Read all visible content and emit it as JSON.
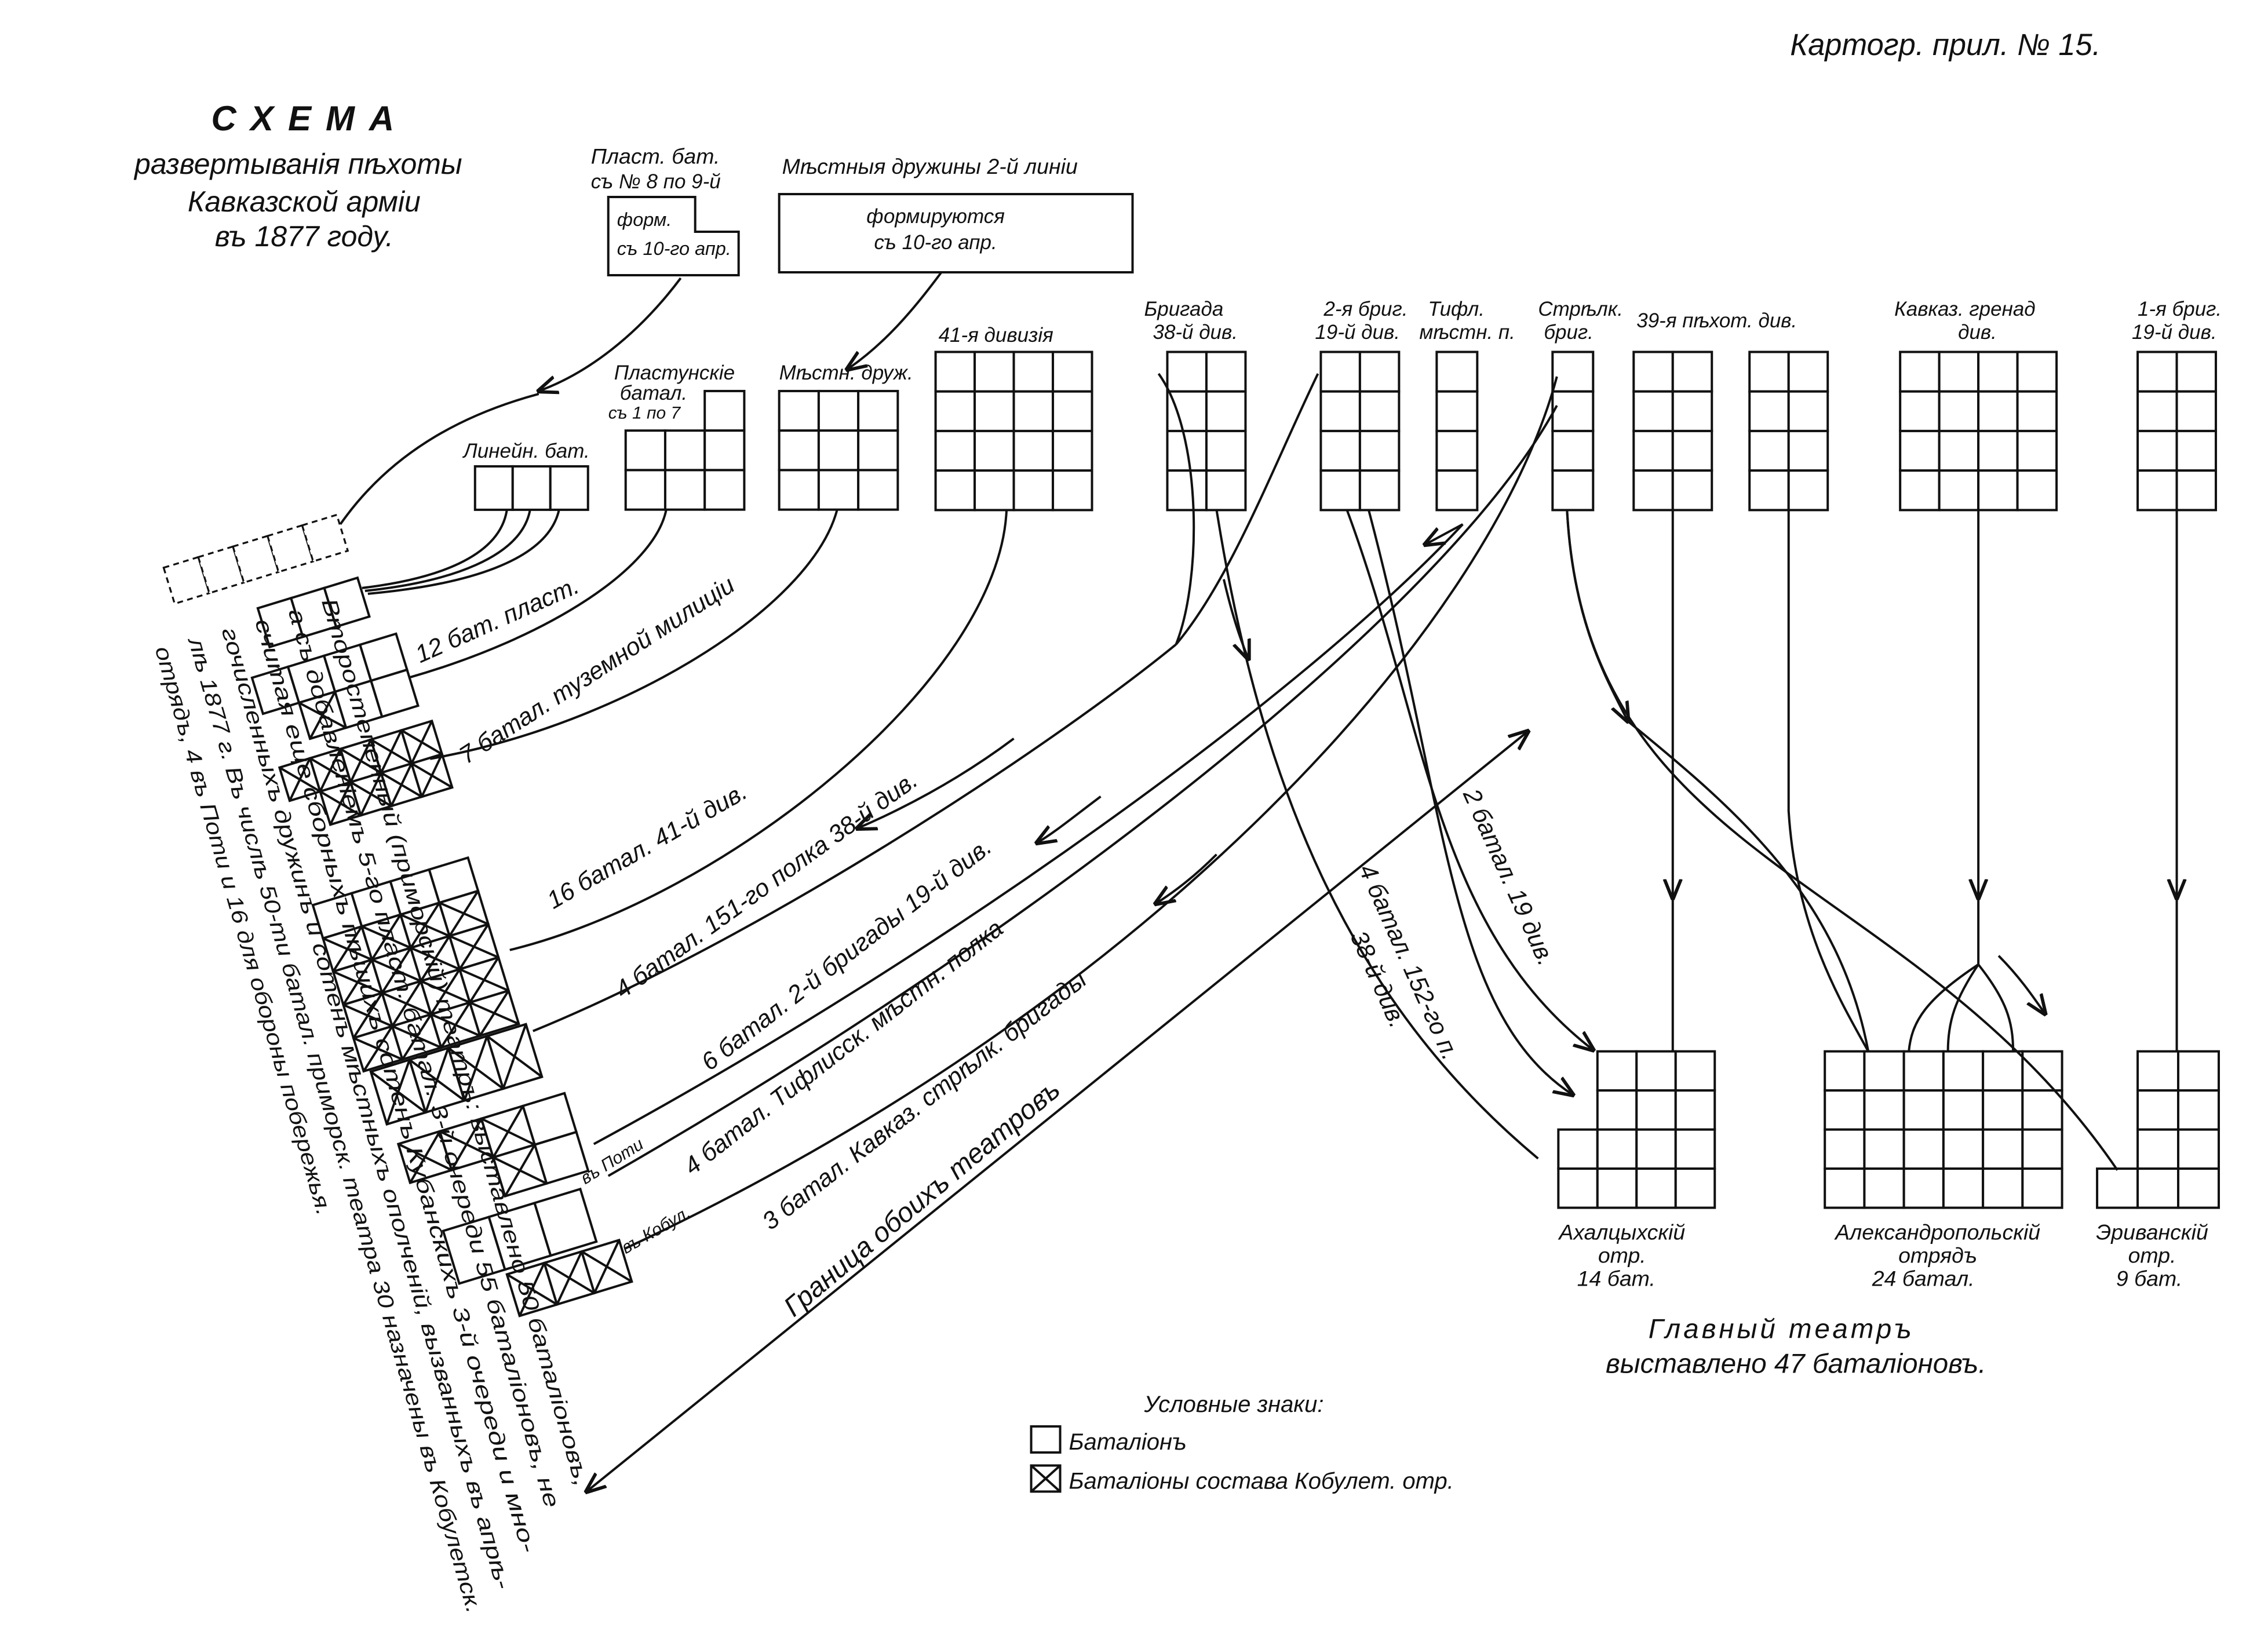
{
  "header": {
    "plate": "Картогр. прил. № 15."
  },
  "title": {
    "main": "СХЕМА",
    "line1": "развертыванія пѣхоты",
    "line2": "Кавказской арміи",
    "line3": "въ 1877 году."
  },
  "top_boxes": {
    "plast": {
      "label1": "Пласт. бат.",
      "label2": "съ № 8 по 9-й",
      "inner1": "форм.",
      "inner2": "съ 10-го апр."
    },
    "druzh": {
      "label": "Мѣстныя дружины 2-й линіи",
      "inner1": "формируются",
      "inner2": "съ 10-го апр."
    }
  },
  "units": {
    "lineyn": "Линейн. бат.",
    "plastun1": "Пластунскіе",
    "plastun2": "батал.",
    "plastun3": "съ 1 по 7",
    "mestn": "Мѣстн. друж.",
    "div41": "41-я дивизія",
    "brig38_1": "Бригада",
    "brig38_2": "38-й див.",
    "brig19_1": "2-я бриг.",
    "brig19_2": "19-й див.",
    "tifl1": "Тифл.",
    "tifl2": "мѣстн. п.",
    "strelk1": "Стрѣлк.",
    "strelk2": "бриг.",
    "div39": "39-я пѣхот. див.",
    "gren1": "Кавказ. гренад",
    "gren2": "див.",
    "brig1_19_1": "1-я бриг.",
    "brig1_19_2": "19-й див."
  },
  "flows": {
    "f1": "12 бат. пласт.",
    "f2": "7 батал. туземной милиціи",
    "f3": "16 батал. 41-й див.",
    "f4": "4 батал. 151-го полка 38-й див.",
    "f5": "6 батал. 2-й бригады 19-й див.",
    "f6": "4 батал. Тифлисск. мѣстн. полка",
    "f7": "3 батал. Кавказ. стрѣлк. бригады",
    "poti": "въ Поти",
    "kobul": "въ Кобул.",
    "border": "Граница обоихъ театровъ",
    "f8": "2 батал. 19 див.",
    "f9a": "4 батал. 152-го п.",
    "f9b": "38-й див."
  },
  "detachments": {
    "akh1": "Ахалцыхскій",
    "akh2": "отр.",
    "akh3": "14 бат.",
    "alex1": "Александропольскій",
    "alex2": "отрядъ",
    "alex3": "24 батал.",
    "eriv1": "Эриванскій",
    "eriv2": "отр.",
    "eriv3": "9 бат."
  },
  "main_theatre": {
    "line1": "Главный театръ",
    "line2": "выставлено 47 баталіоновъ."
  },
  "secondary_theatre": {
    "l1": "Второстепенный (приморскій) театръ: выставлено 50 баталіоновъ,",
    "l2": "а съ добавленіемъ 5-го пласт. батал. 3-й очереди 55 баталіоновъ, не",
    "l3": "считая еще сборныхъ пѣшихъ сотенъ Кубанскихъ 3-й очереди и мно-",
    "l4": "гочисленныхъ дружинъ и сотенъ мѣстныхъ ополченій, вызванныхъ въ апрѣ-",
    "l5": "лѣ 1877 г. Въ числѣ 50-ти батал. приморск. театра 30 назначены въ Кобулетск.",
    "l6": "отрядъ, 4 въ Поти и 16 для обороны побережья."
  },
  "legend": {
    "title": "Условные знаки:",
    "battalion": "Баталіонъ",
    "kobulet": "Баталіоны состава Кобулет. отр."
  }
}
